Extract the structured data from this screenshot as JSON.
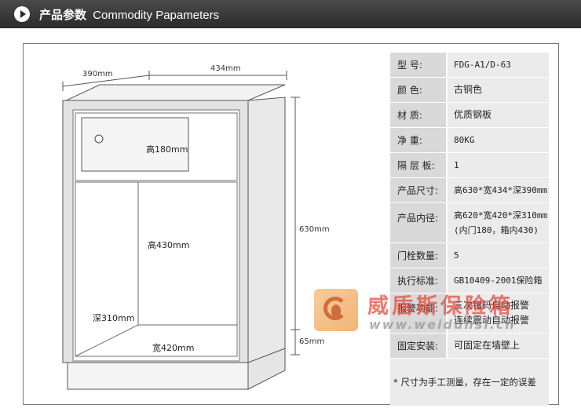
{
  "header": {
    "title_cn": "产品参数",
    "title_en": "Commodity Papameters"
  },
  "dimensions": {
    "depth_top": "390mm",
    "width_top": "434mm",
    "height_total": "630mm",
    "base_height": "65mm",
    "drawer_height": "高180mm",
    "inner_height": "高430mm",
    "inner_depth": "深310mm",
    "inner_width": "宽420mm"
  },
  "specs": [
    {
      "label": "型    号:",
      "value": "FDG-A1/D-63",
      "value2": ""
    },
    {
      "label": "颜    色:",
      "value": "古铜色",
      "value2": ""
    },
    {
      "label": "材    质:",
      "value": "优质钢板",
      "value2": ""
    },
    {
      "label": "净    重:",
      "value": "80KG",
      "value2": ""
    },
    {
      "label": "隔 层 板:",
      "value": "1",
      "value2": ""
    },
    {
      "label": "产品尺寸:",
      "value": "高630*宽434*深390mm",
      "value2": ""
    },
    {
      "label": "产品内径:",
      "value": "高620*宽420*深310mm",
      "value2": "(内门180，箱内430)"
    },
    {
      "label": "门栓数量:",
      "value": "5",
      "value2": ""
    },
    {
      "label": "执行标准:",
      "value": "GB10409-2001保险箱",
      "value2": ""
    },
    {
      "label": "报警功能:",
      "value": "三次错码自动报警",
      "value2": "连续震动自动报警"
    },
    {
      "label": "固定安装:",
      "value": "可固定在墙壁上",
      "value2": ""
    }
  ],
  "note": "* 尺寸为手工测量，存在一定的误差",
  "watermark": {
    "name": "威盾斯保险箱",
    "url": "www.weidunsi.cn"
  },
  "colors": {
    "header_bg": "#333333",
    "label_bg": "#d9d9d9",
    "value_bg": "#ebebeb",
    "watermark_red": "#e0483c"
  }
}
